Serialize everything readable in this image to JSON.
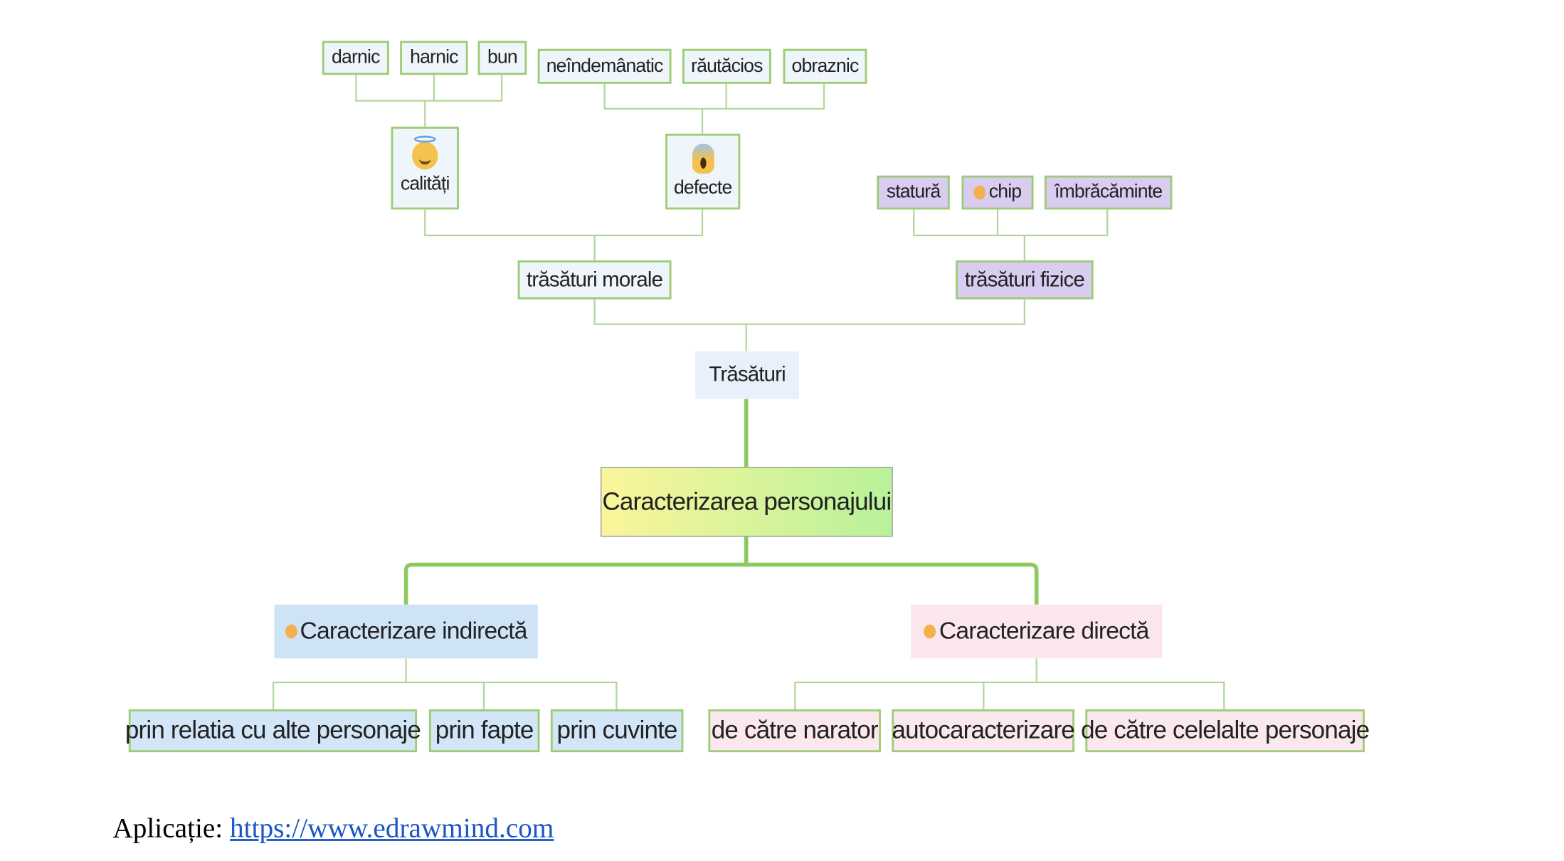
{
  "central": "Caracterizarea personajului",
  "trasaturi": {
    "label": "Trăsături",
    "morale": {
      "label": "trăsături morale",
      "calitati": {
        "label": "calități",
        "icon": "angel-face-icon",
        "items": [
          "darnic",
          "harnic",
          "bun"
        ]
      },
      "defecte": {
        "label": "defecte",
        "icon": "screaming-face-icon",
        "items": [
          "neîndemânatic",
          "răutăcios",
          "obraznic"
        ]
      }
    },
    "fizice": {
      "label": "trăsături fizice",
      "items": [
        "statură",
        "chip",
        "îmbrăcăminte"
      ]
    }
  },
  "indirecta": {
    "label": "Caracterizare indirectă",
    "items": [
      "prin relatia cu alte personaje",
      "prin fapte",
      "prin cuvinte"
    ]
  },
  "directa": {
    "label": "Caracterizare directă",
    "items": [
      "de către narator",
      "autocaracterizare",
      "de către celelalte personaje"
    ]
  },
  "footer": {
    "label": "Aplicație:",
    "link": "https://www.edrawmind.com"
  },
  "colors": {
    "connector": "#b5d69a",
    "main_connector": "#8cc960",
    "border": "#9ccc74",
    "purple": "#d9ccf0",
    "blue": "#d3e6f8",
    "pink": "#fbe8ee"
  }
}
